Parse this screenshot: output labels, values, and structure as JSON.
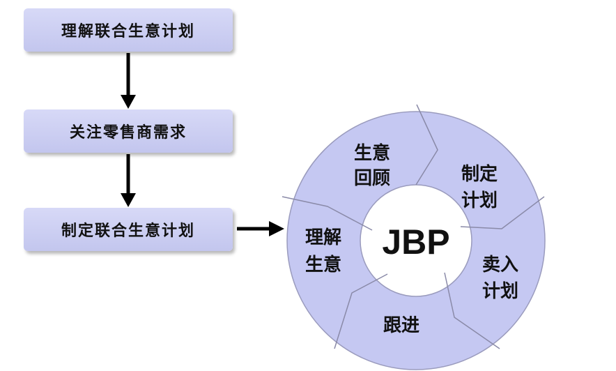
{
  "flow": {
    "steps": [
      {
        "label": "理解联合生意计划"
      },
      {
        "label": "关注零售商需求"
      },
      {
        "label": "制定联合生意计划"
      }
    ]
  },
  "cycle": {
    "center": "JBP",
    "segments": [
      {
        "line1": "生意",
        "line2": "回顾"
      },
      {
        "line1": "制定",
        "line2": "计划"
      },
      {
        "line1": "卖入",
        "line2": "计划"
      },
      {
        "line1": "跟进",
        "line2": ""
      },
      {
        "line1": "理解",
        "line2": "生意"
      }
    ],
    "fill_color": "#c5c8f2",
    "stroke_color": "#8a8aa8"
  }
}
